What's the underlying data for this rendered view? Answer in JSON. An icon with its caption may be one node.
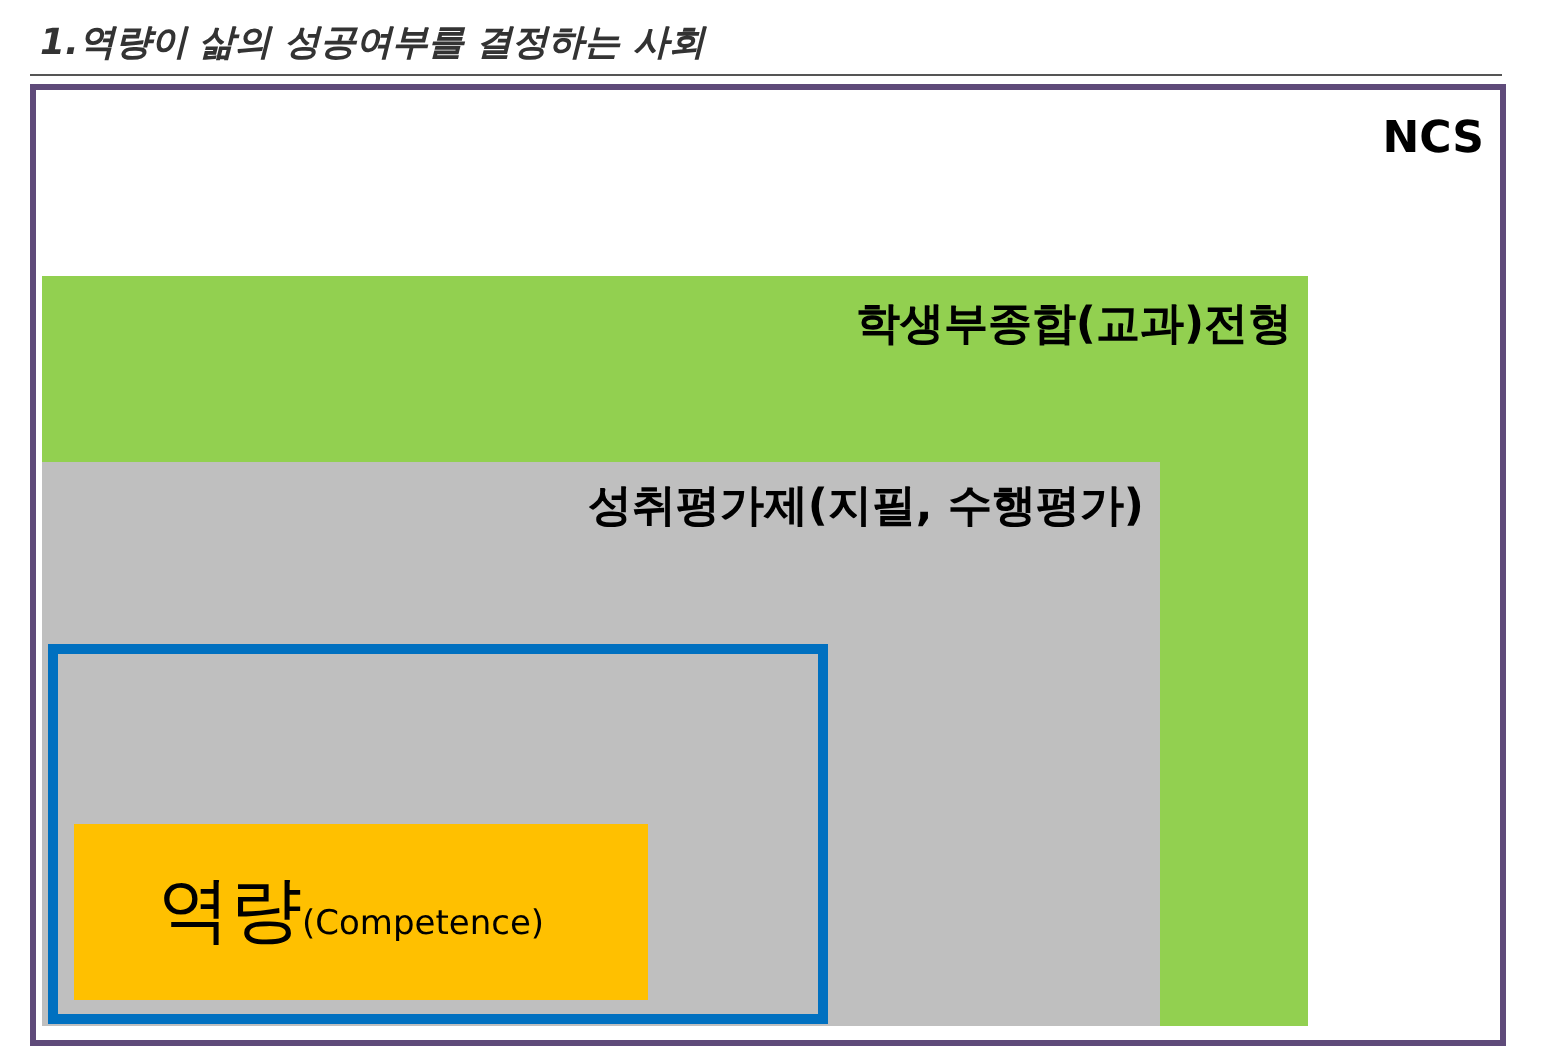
{
  "diagram": {
    "title": "1.역량이 삶의 성공여부를 결정하는 사회",
    "nodes": [
      {
        "text": [
          "NCS"
        ]
      },
      {
        "text": [
          "학생부종합(교과)전형"
        ],
        "in": 0
      },
      {
        "text": [
          "성취평가제(지필, 수행평가)"
        ],
        "in": 1
      },
      {
        "text": [],
        "shape": "box",
        "in": 2
      },
      {
        "text": [
          "역량",
          "(Competence)"
        ],
        "in": 3
      }
    ],
    "edges": []
  }
}
